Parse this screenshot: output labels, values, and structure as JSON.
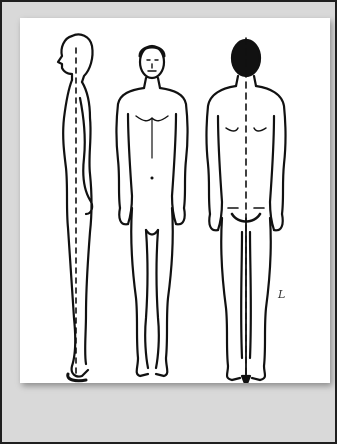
{
  "figure": {
    "views": [
      "side-view",
      "front-view",
      "back-view"
    ],
    "ink_color": "#111111",
    "panel_background": "#ffffff",
    "frame_background": "#d9d9d9",
    "corner_mark": "L"
  }
}
